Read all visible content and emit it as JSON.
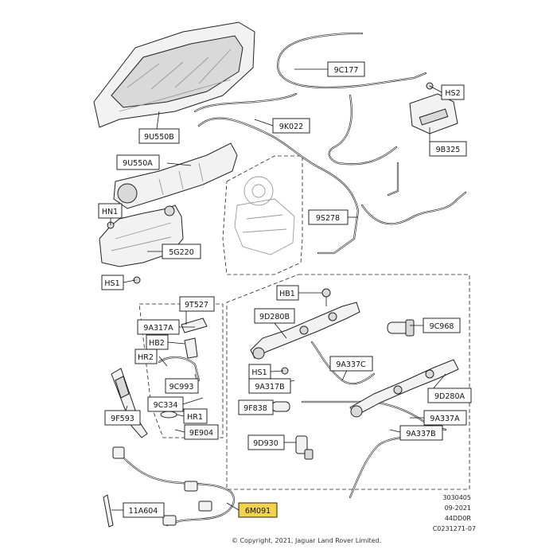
{
  "diagram": {
    "labels": {
      "l_9C177": "9C177",
      "l_HS2": "HS2",
      "l_9K022": "9K022",
      "l_9U550B": "9U550B",
      "l_9B325": "9B325",
      "l_9U550A": "9U550A",
      "l_HN1": "HN1",
      "l_9S278": "9S278",
      "l_5G220": "5G220",
      "l_HS1a": "HS1",
      "l_HB1": "HB1",
      "l_9T527": "9T527",
      "l_9D280B": "9D280B",
      "l_9A317A": "9A317A",
      "l_9C968": "9C968",
      "l_HB2": "HB2",
      "l_HR2": "HR2",
      "l_9A337C": "9A337C",
      "l_9C993": "9C993",
      "l_HS1b": "HS1",
      "l_9A317B": "9A317B",
      "l_9D280A": "9D280A",
      "l_9C334": "9C334",
      "l_9F838": "9F838",
      "l_HR1": "HR1",
      "l_9A337A": "9A337A",
      "l_9F593": "9F593",
      "l_9E904": "9E904",
      "l_9A337B": "9A337B",
      "l_9D930": "9D930",
      "l_11A604": "11A604",
      "l_6M091": "6M091"
    },
    "reference": [
      "3030405",
      "09-2021",
      "44DD0R",
      "C0231271-07"
    ],
    "copyright": "© Copyright, 2021, Jaguar Land Rover Limited."
  }
}
